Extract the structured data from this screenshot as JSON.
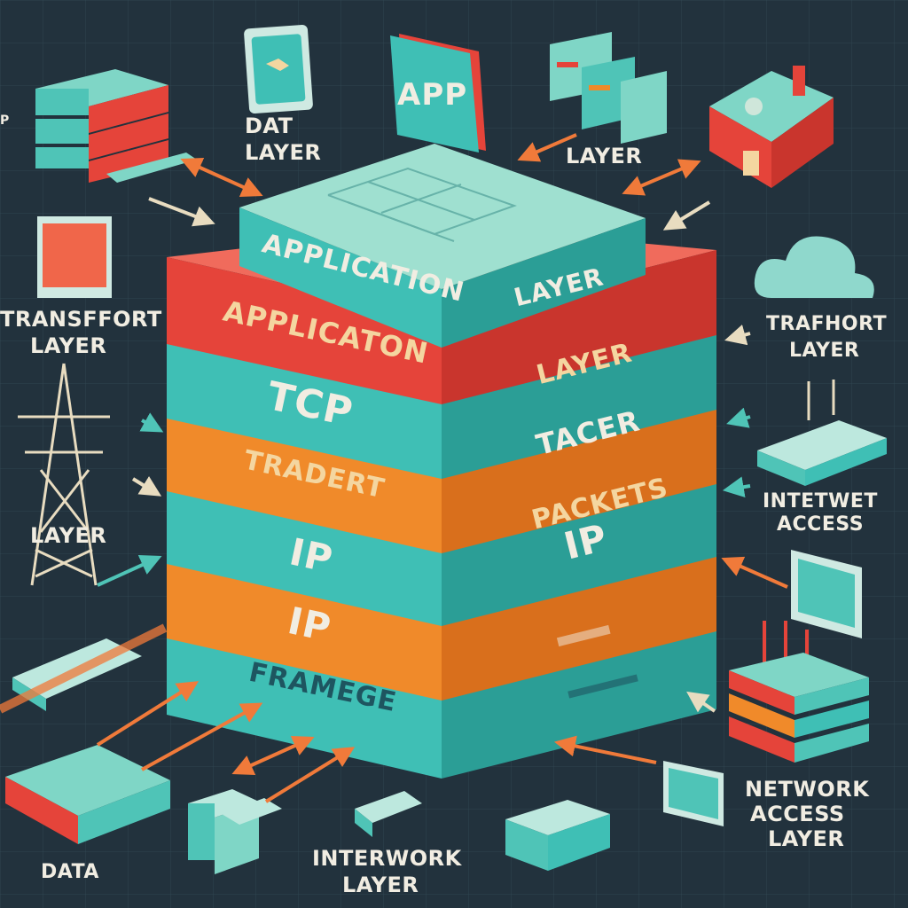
{
  "colors": {
    "background": "#22323d",
    "teal": "#3fbfb5",
    "teal_light": "#7fd6c6",
    "red": "#e5443a",
    "orange": "#f08a2a",
    "label_text": "#f1ede2",
    "dark_text": "#1e3b4a"
  },
  "stack": {
    "app_card": "APP",
    "top_label_left": "APPLICATION",
    "top_label_right": "LAYER",
    "red_label_left": "APPLICATON",
    "red_label_right": "LAYER",
    "teal_label_left": "TCP",
    "teal_label_right": "TACER",
    "orange_label_left": "TRADERT",
    "orange_label_right": "PACKETS",
    "teal2_label_left": "IP",
    "teal2_label_right": "IP",
    "orange2_label_left": "IP",
    "bottom_label": "FRAMEGE"
  },
  "callouts": {
    "top_left_line1": "DAT",
    "top_left_line2": "LAYER",
    "top_right": "LAYER",
    "left_mid_line1": "TRANSFFORT",
    "left_mid_line2": "LAYER",
    "tower_label": "LAYER",
    "right_mid_line1": "TRAFHORT",
    "right_mid_line2": "LAYER",
    "right_router_line1": "INTETWET",
    "right_router_line2": "ACCESS",
    "bottom_right_line1": "NETWORK",
    "bottom_right_line2": "ACCESS",
    "bottom_right_line3": "LAYER",
    "bottom_left": "DATA",
    "bottom_center_line1": "INTERWORK",
    "bottom_center_line2": "LAYER",
    "edge_mark": "P"
  },
  "icons": [
    "tablet-icon",
    "server-stack-icon",
    "house-icon",
    "cloud-icon",
    "monitor-icon",
    "transmission-tower-icon",
    "router-icon",
    "switch-icon",
    "server-box-icon",
    "laptop-icon"
  ]
}
